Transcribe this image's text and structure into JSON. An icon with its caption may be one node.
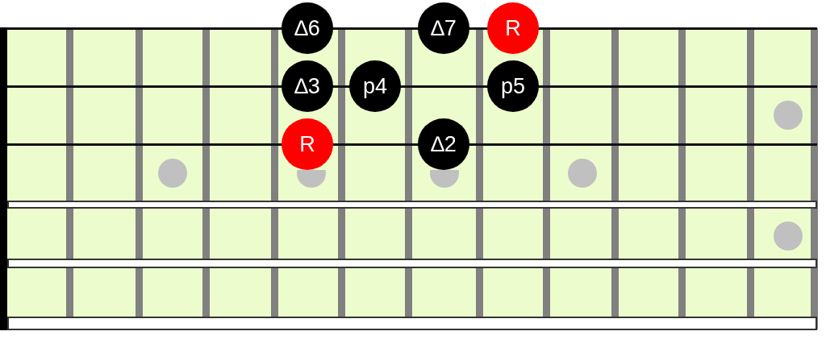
{
  "diagram": {
    "nodes": [
      {
        "text": [
          "∆6"
        ]
      },
      {
        "text": [
          "∆7"
        ]
      },
      {
        "text": [
          "R"
        ]
      },
      {
        "text": [
          "∆3"
        ]
      },
      {
        "text": [
          "p4"
        ]
      },
      {
        "text": [
          "p5"
        ]
      },
      {
        "text": [
          "R"
        ]
      },
      {
        "text": [
          "∆2"
        ]
      },
      {
        "text": [],
        "shape": "circle"
      },
      {
        "text": [],
        "shape": "circle"
      },
      {
        "text": [],
        "shape": "circle"
      },
      {
        "text": [],
        "shape": "circle"
      },
      {
        "text": [],
        "shape": "circle"
      },
      {
        "text": [],
        "shape": "circle"
      },
      {
        "text": [],
        "shape": "bar"
      },
      {
        "text": [],
        "shape": "bar"
      },
      {
        "text": [],
        "shape": "bar"
      }
    ],
    "edges": []
  }
}
